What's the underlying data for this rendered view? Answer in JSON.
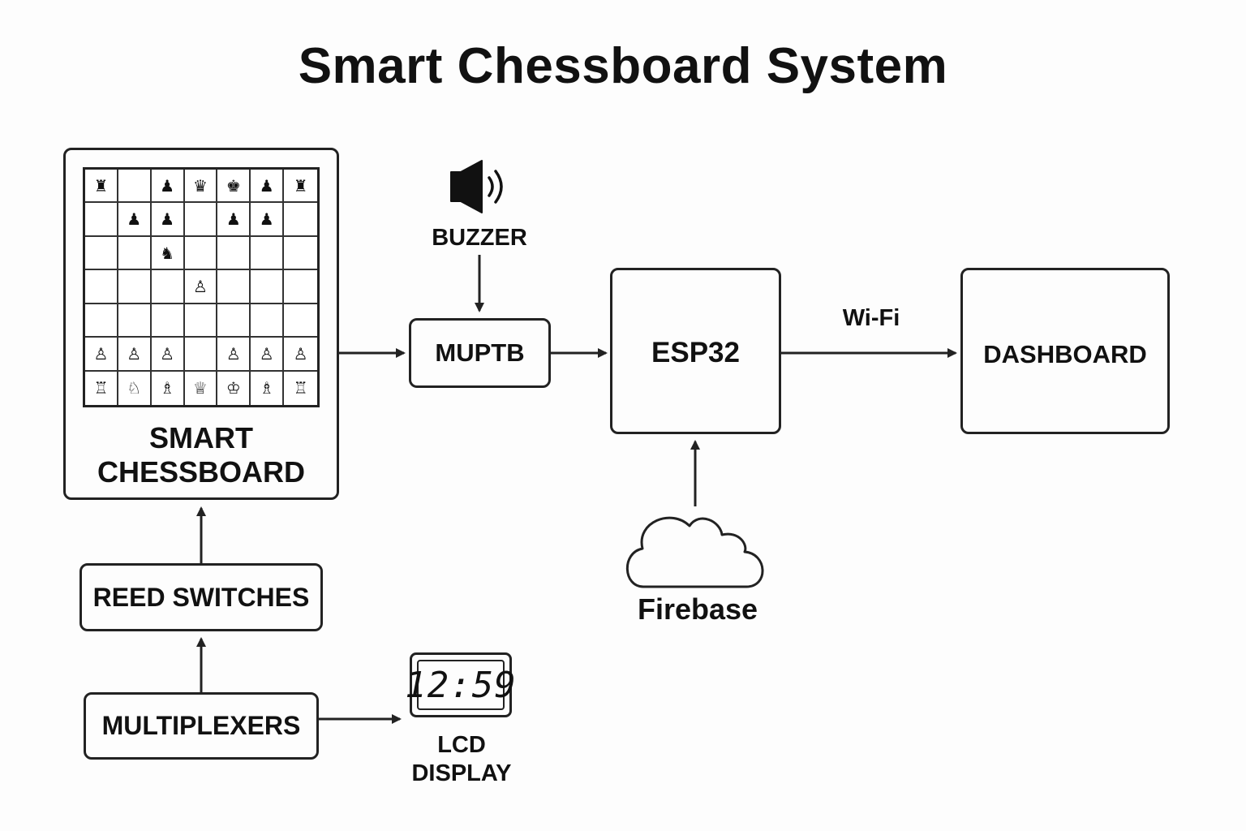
{
  "title": "Smart Chessboard System",
  "nodes": {
    "smart_chessboard": "SMART\nCHESSBOARD",
    "reed_switches": "REED SWITCHES",
    "multiplexers": "MULTIPLEXERS",
    "muptb": "MUPTB",
    "buzzer": "BUZZER",
    "esp32": "ESP32",
    "dashboard": "DASHBOARD",
    "firebase": "Firebase",
    "lcd": "LCD\nDISPLAY",
    "lcd_readout": "12:59"
  },
  "edges": {
    "wifi": "Wi-Fi"
  },
  "icons": {
    "buzzer": "speaker-icon",
    "firebase": "cloud-icon",
    "lcd": "seven-segment-display-icon"
  },
  "board": {
    "rows": [
      [
        "♜",
        "",
        "♟",
        "♛",
        "♚",
        "♟",
        "♜"
      ],
      [
        "",
        "♟",
        "♟",
        "",
        "♟",
        "♟",
        ""
      ],
      [
        "",
        "",
        "♞",
        "",
        "",
        "",
        ""
      ],
      [
        "",
        "",
        "",
        "♙",
        "",
        "",
        ""
      ],
      [
        "",
        "",
        "",
        "",
        "",
        "",
        ""
      ],
      [
        "♙",
        "♙",
        "♙",
        "",
        "♙",
        "♙",
        "♙"
      ],
      [
        "♖",
        "♘",
        "♗",
        "♕",
        "♔",
        "♗",
        "♖"
      ]
    ]
  }
}
